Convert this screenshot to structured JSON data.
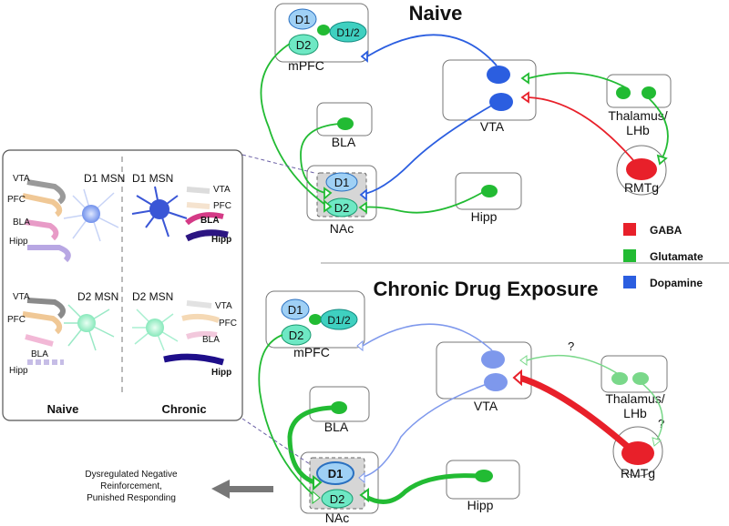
{
  "naive": {
    "title": "Naive",
    "mpfc": {
      "label": "mPFC",
      "d1": "D1",
      "d2": "D2",
      "d12": "D1/2"
    },
    "bla": "BLA",
    "vta": "VTA",
    "thalamus": "Thalamus/",
    "lhb": "LHb",
    "rmtg": "RMTg",
    "nac": {
      "label": "NAc",
      "d1": "D1",
      "d2": "D2"
    },
    "hipp": "Hipp"
  },
  "chronic": {
    "title": "Chronic Drug Exposure",
    "mpfc": {
      "label": "mPFC",
      "d1": "D1",
      "d2": "D2",
      "d12": "D1/2"
    },
    "bla": "BLA",
    "vta": "VTA",
    "thalamus": "Thalamus/",
    "lhb": "LHb",
    "rmtg": "RMTg",
    "nac": {
      "label": "NAc",
      "d1": "D1",
      "d2": "D2"
    },
    "hipp": "Hipp",
    "question1": "?",
    "question2": "?"
  },
  "legend": [
    {
      "label": "GABA",
      "color": "#e8202a"
    },
    {
      "label": "Glutamate",
      "color": "#22bb33"
    },
    {
      "label": "Dopamine",
      "color": "#2b5ee0"
    }
  ],
  "inset": {
    "top_left": {
      "title": "D1 MSN",
      "labels": [
        "VTA",
        "PFC",
        "BLA",
        "Hipp"
      ]
    },
    "top_right": {
      "title": "D1 MSN",
      "labels": [
        "VTA",
        "PFC",
        "BLA",
        "Hipp"
      ]
    },
    "bottom_left": {
      "title": "D2 MSN",
      "labels": [
        "VTA",
        "PFC",
        "BLA",
        "Hipp"
      ]
    },
    "bottom_right": {
      "title": "D2 MSN",
      "labels": [
        "VTA",
        "PFC",
        "BLA",
        "Hipp"
      ]
    },
    "footer_left": "Naive",
    "footer_right": "Chronic"
  },
  "outcome": {
    "line1": "Dysregulated Negative",
    "line2": "Reinforcement,",
    "line3": "Punished Responding"
  },
  "colors": {
    "gaba": "#e8202a",
    "glutamate": "#22bb33",
    "dopamine": "#2b5ee0",
    "d1_fill": "#9fd0f5",
    "d2_fill": "#6ee8c4",
    "d12_fill": "#3fd0c0"
  }
}
